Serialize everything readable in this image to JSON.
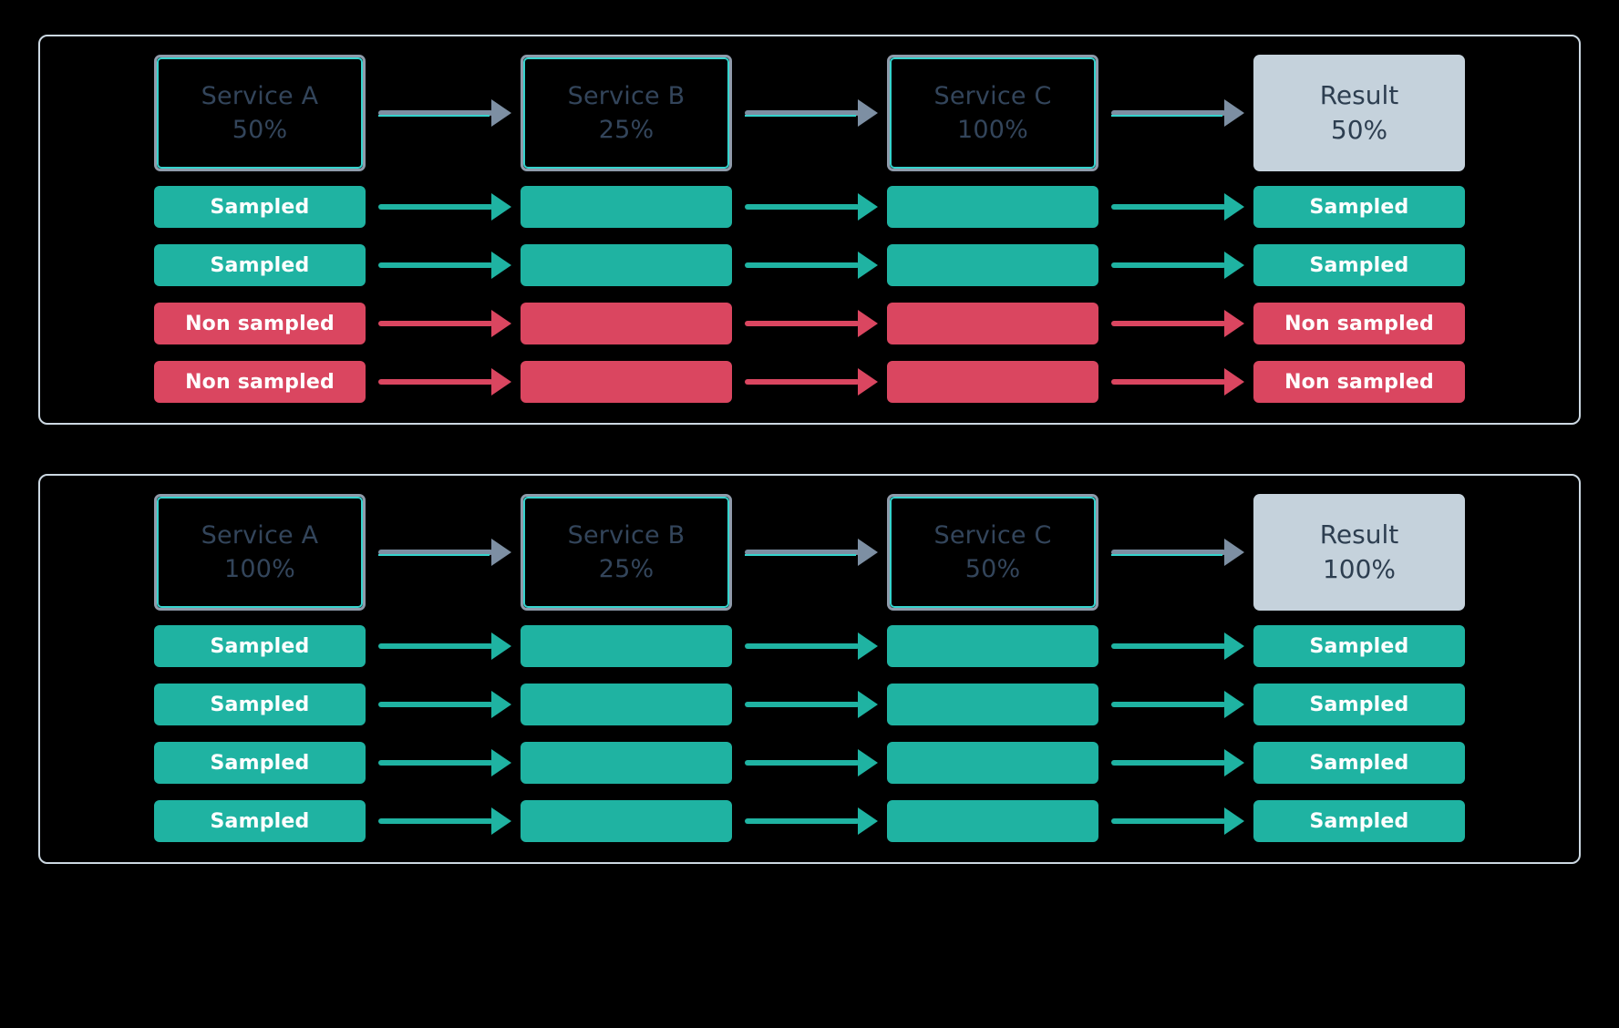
{
  "diagram": {
    "background_color": "#000000",
    "panel_border_color": "#ccd8e2",
    "colors": {
      "sampled": "#1fb3a2",
      "non_sampled": "#da4660",
      "service_border": "#8f9bab",
      "service_accent": "#35d3cd",
      "service_text": "#33455b",
      "result_fill": "#c5d2dc",
      "result_text": "#2d3e50",
      "header_arrow": "#7d8fa3"
    }
  },
  "panels": [
    {
      "id": "panel-1",
      "header": {
        "nodes": [
          {
            "name": "Service A",
            "value": "50%",
            "type": "service"
          },
          {
            "name": "Service B",
            "value": "25%",
            "type": "service"
          },
          {
            "name": "Service C",
            "value": "100%",
            "type": "service"
          },
          {
            "name": "Result",
            "value": "50%",
            "type": "result"
          }
        ],
        "arrow_style": "gray"
      },
      "traces": [
        {
          "status": "sampled",
          "arrow": "teal",
          "cells": [
            "Sampled",
            "",
            "",
            "Sampled"
          ]
        },
        {
          "status": "sampled",
          "arrow": "teal",
          "cells": [
            "Sampled",
            "",
            "",
            "Sampled"
          ]
        },
        {
          "status": "non-sampled",
          "arrow": "red",
          "cells": [
            "Non sampled",
            "",
            "",
            "Non sampled"
          ]
        },
        {
          "status": "non-sampled",
          "arrow": "red",
          "cells": [
            "Non sampled",
            "",
            "",
            "Non sampled"
          ]
        }
      ]
    },
    {
      "id": "panel-2",
      "header": {
        "nodes": [
          {
            "name": "Service A",
            "value": "100%",
            "type": "service"
          },
          {
            "name": "Service B",
            "value": "25%",
            "type": "service"
          },
          {
            "name": "Service C",
            "value": "50%",
            "type": "service"
          },
          {
            "name": "Result",
            "value": "100%",
            "type": "result"
          }
        ],
        "arrow_style": "gray"
      },
      "traces": [
        {
          "status": "sampled",
          "arrow": "teal",
          "cells": [
            "Sampled",
            "",
            "",
            "Sampled"
          ]
        },
        {
          "status": "sampled",
          "arrow": "teal",
          "cells": [
            "Sampled",
            "",
            "",
            "Sampled"
          ]
        },
        {
          "status": "sampled",
          "arrow": "teal",
          "cells": [
            "Sampled",
            "",
            "",
            "Sampled"
          ]
        },
        {
          "status": "sampled",
          "arrow": "teal",
          "cells": [
            "Sampled",
            "",
            "",
            "Sampled"
          ]
        }
      ]
    }
  ]
}
